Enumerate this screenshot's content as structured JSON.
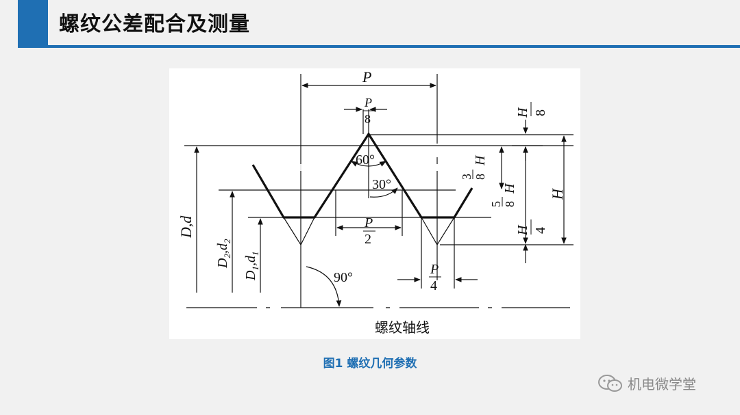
{
  "slide": {
    "title": "螺纹公差配合及测量",
    "caption": "图1  螺纹几何参数",
    "watermark": "机电微学堂",
    "accent_color": "#1f6fb3"
  },
  "diagram": {
    "labels": {
      "pitch": "P",
      "p8_num": "P",
      "p8_den": "8",
      "p2_num": "P",
      "p2_den": "2",
      "p4_num": "P",
      "p4_den": "4",
      "angle_60": "60°",
      "angle_30": "30°",
      "angle_90": "90°",
      "major_dia": "D,d",
      "pitch_dia": "D",
      "pitch_dia_sub1": "2",
      "pitch_dia_mid": ",d",
      "pitch_dia_sub2": "2",
      "minor_dia": "D",
      "minor_dia_sub1": "1",
      "minor_dia_mid": ",d",
      "minor_dia_sub2": "1",
      "h_over_8_num": "H",
      "h_over_8_den": "8",
      "three_eighths_num": "3",
      "three_eighths_den": "8",
      "three_eighths_H": "H",
      "five_eighths_num": "5",
      "five_eighths_den": "8",
      "five_eighths_H": "H",
      "h_over_4_num": "H",
      "h_over_4_den": "4",
      "height_H": "H",
      "axis_label": "螺纹轴线"
    }
  }
}
